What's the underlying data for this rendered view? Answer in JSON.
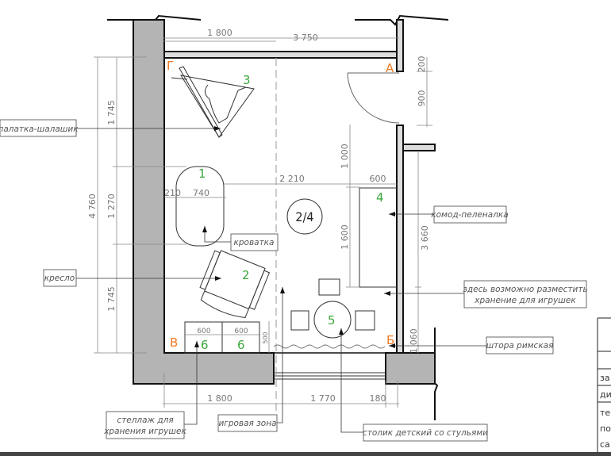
{
  "plan": {
    "room_number": "2/4",
    "points": {
      "a": "А",
      "b": "Б",
      "v": "В",
      "g": "Г"
    },
    "furniture_numbers": {
      "crib": "1",
      "armchair": "2",
      "tent": "3",
      "dresser": "4",
      "table": "5",
      "shelf1": "6",
      "shelf2": "6"
    },
    "dimensions": {
      "top_1800": "1 800",
      "top_3750": "3 750",
      "left_4760": "4 760",
      "left_1745a": "1 745",
      "left_1270": "1 270",
      "left_1745b": "1 745",
      "crib_210": "210",
      "crib_740": "740",
      "mid_2210": "2 210",
      "right_200": "200",
      "right_900": "900",
      "right_1000": "1 000",
      "right_600": "600",
      "right_1600": "1 600",
      "right_3660": "3 660",
      "right_1060": "1 060",
      "shelf_600a": "600",
      "shelf_600b": "600",
      "shelf_500": "500",
      "bottom_1800": "1 800",
      "bottom_1770": "1 770",
      "bottom_180": "180"
    },
    "labels": {
      "tent": "палатка-шалашик",
      "crib": "кроватка",
      "armchair": "кресло",
      "dresser": "комод-пеленалка",
      "toys_storage_1": "здесь возможно разместить",
      "toys_storage_2": "хранение для игрушек",
      "curtain": "штора римская",
      "shelf_1": "стеллаж для",
      "shelf_2": "хранения игрушек",
      "play_zone": "игровая зона",
      "table": "столик детский со стульями"
    },
    "title_block": [
      "за",
      "ди",
      "те",
      "по",
      "са"
    ]
  }
}
